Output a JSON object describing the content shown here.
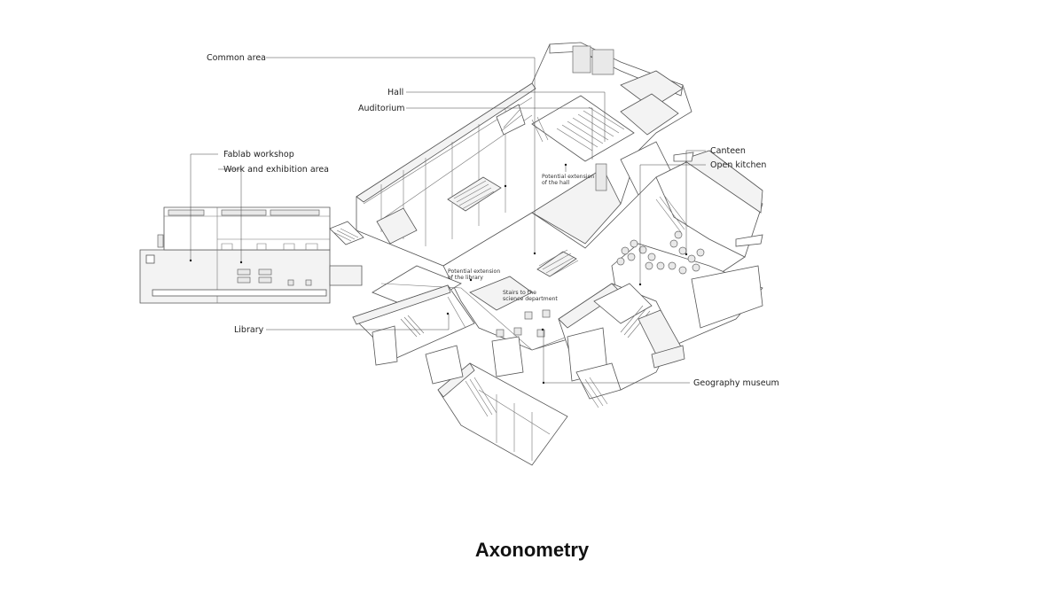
{
  "title": "Axonometry",
  "labels": {
    "common_area": "Common area",
    "hall": "Hall",
    "auditorium": "Auditorium",
    "fablab_workshop": "Fablab workshop",
    "work_exhibition": "Work and exhibition area",
    "library": "Library",
    "canteen": "Canteen",
    "open_kitchen": "Open kitchen",
    "geography_museum": "Geography museum"
  },
  "notes": {
    "hall_ext_1": "Potential extension",
    "hall_ext_2": "of the hall",
    "library_ext_1": "Potential extension",
    "library_ext_2": "of the library",
    "stairs_1": "Stairs to the",
    "stairs_2": "science department"
  }
}
